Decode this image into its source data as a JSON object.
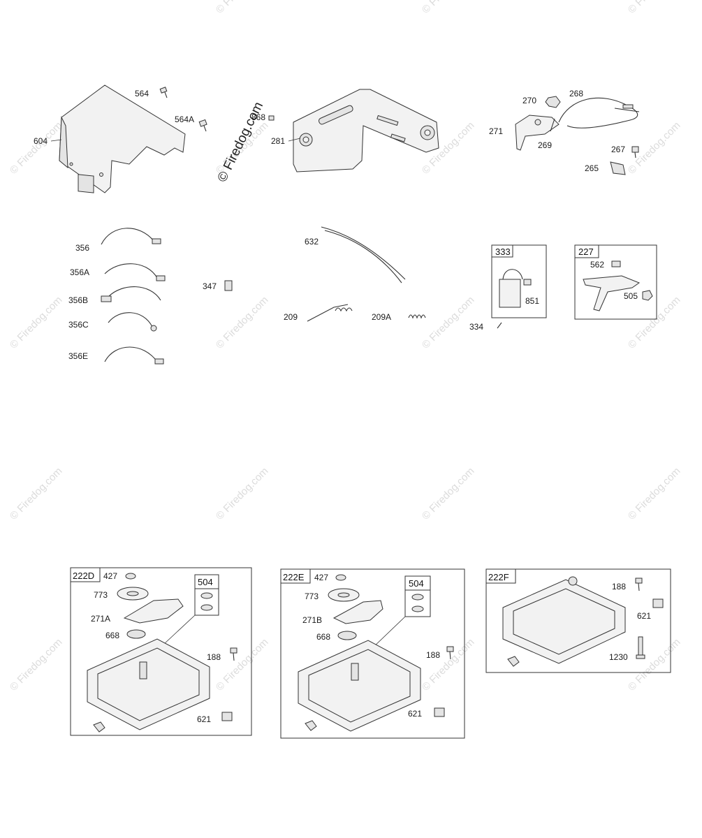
{
  "watermark": {
    "main_text": "© Firedog.com",
    "tile_text": "© Firedog.com"
  },
  "labels": {
    "p604": "604",
    "p564": "564",
    "p564A": "564A",
    "p868": "868",
    "p281": "281",
    "p270": "270",
    "p268": "268",
    "p271": "271",
    "p269": "269",
    "p267": "267",
    "p265": "265",
    "p356": "356",
    "p356A": "356A",
    "p356B": "356B",
    "p356C": "356C",
    "p356E": "356E",
    "p347": "347",
    "p632": "632",
    "p209": "209",
    "p209A": "209A",
    "p333": "333",
    "p851": "851",
    "p334": "334",
    "p227": "227",
    "p562": "562",
    "p505": "505"
  },
  "kits": {
    "k222D": {
      "title": "222D",
      "p427": "427",
      "p773": "773",
      "p271A": "271A",
      "p668": "668",
      "p504": "504",
      "p188": "188",
      "p621": "621"
    },
    "k222E": {
      "title": "222E",
      "p427": "427",
      "p773": "773",
      "p271B": "271B",
      "p668": "668",
      "p504": "504",
      "p188": "188",
      "p621": "621"
    },
    "k222F": {
      "title": "222F",
      "p188": "188",
      "p621": "621",
      "p1230": "1230"
    }
  }
}
